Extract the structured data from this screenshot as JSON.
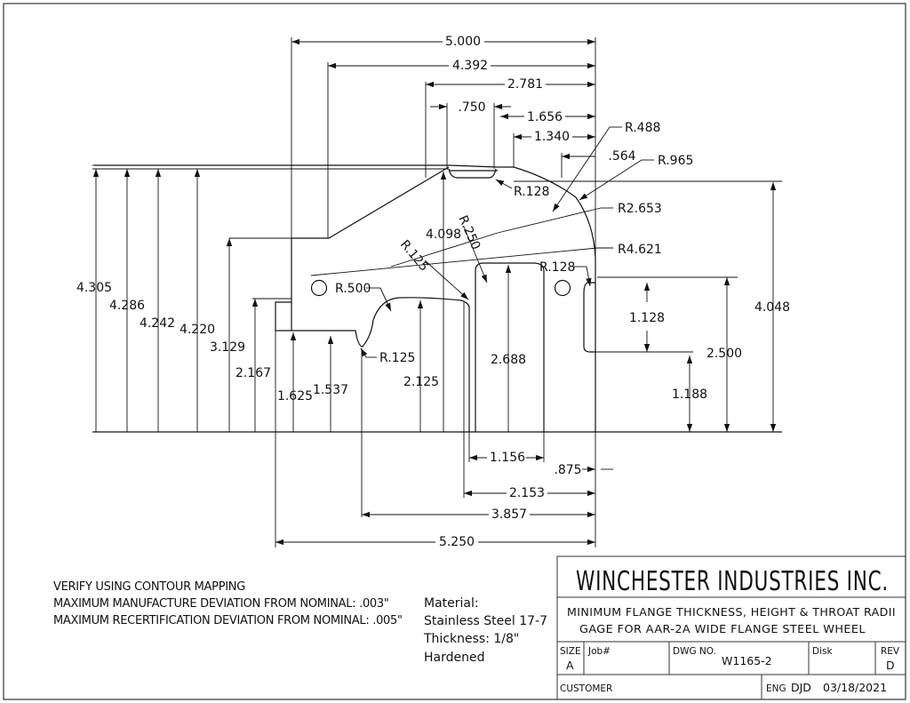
{
  "title_block": {
    "company": "WINCHESTER INDUSTRIES INC.",
    "title_line1": "MINIMUM FLANGE THICKNESS, HEIGHT & THROAT RADII",
    "title_line2": "GAGE FOR AAR-2A WIDE FLANGE STEEL WHEEL",
    "size_label": "SIZE",
    "size_value": "A",
    "job_label": "Job#",
    "dwg_label": "DWG NO.",
    "dwg_value": "W1165-2",
    "disk_label": "Disk",
    "rev_label": "REV",
    "rev_value": "D",
    "customer_label": "CUSTOMER",
    "eng_label": "ENG",
    "eng_value": "DJD",
    "date": "03/18/2021"
  },
  "notes": {
    "line1": "VERIFY USING CONTOUR MAPPING",
    "line2": "MAXIMUM MANUFACTURE DEVIATION FROM NOMINAL: .003\"",
    "line3": "MAXIMUM RECERTIFICATION DEVIATION FROM NOMINAL: .005\""
  },
  "material": {
    "line1": "Material:",
    "line2": "Stainless Steel 17-7",
    "line3": "Thickness: 1/8\"",
    "line4": "Hardened"
  },
  "dimensions": {
    "d5000": "5.000",
    "d4392": "4.392",
    "d2781": "2.781",
    "d750": ".750",
    "d1656": "1.656",
    "d1340": "1.340",
    "d564": ".564",
    "r488": "R.488",
    "r965": "R.965",
    "r2653": "R2.653",
    "r4621": "R4.621",
    "r128a": "R.128",
    "r128b": "R.128",
    "r250": "R.250",
    "r125a": "R.125",
    "r125b": "R.125",
    "r500": "R.500",
    "d4305": "4.305",
    "d4286": "4.286",
    "d4242": "4.242",
    "d4220": "4.220",
    "d4098": "4.098",
    "d3129": "3.129",
    "d2167": "2.167",
    "d1625": "1.625",
    "d1537": "1.537",
    "d2125": "2.125",
    "d2688": "2.688",
    "d1128": "1.128",
    "d2500": "2.500",
    "d1188": "1.188",
    "d4048": "4.048",
    "d1156": "1.156",
    "d875": ".875",
    "d2153": "2.153",
    "d3857": "3.857",
    "d5250": "5.250"
  }
}
